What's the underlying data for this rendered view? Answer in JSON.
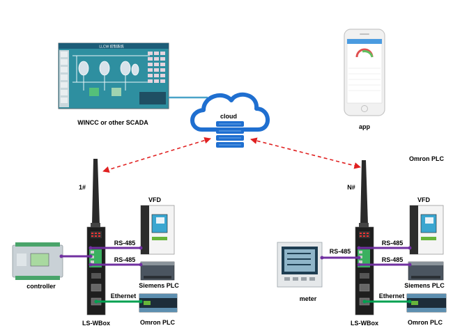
{
  "scada": {
    "label": "WINCC or other SCADA",
    "screen_title": "LLCW 控制系统",
    "menu_items": [
      "",
      "",
      "",
      "",
      "",
      "",
      ""
    ]
  },
  "cloud": {
    "label": "cloud"
  },
  "app": {
    "label": "app"
  },
  "gateways": [
    {
      "id": "1#",
      "device_label": "LS-WBox"
    },
    {
      "id": "N#",
      "device_label": "LS-WBox"
    }
  ],
  "left": {
    "rs485_top": "RS-485",
    "rs485_bottom": "RS-485",
    "ethernet": "Ethernet",
    "field_device": "controller",
    "vfd": "VFD",
    "siemens": "Siemens PLC",
    "omron": "Omron PLC"
  },
  "right": {
    "rs485_meter": "RS-485",
    "rs485_top": "RS-485",
    "rs485_bottom": "RS-485",
    "ethernet": "Ethernet",
    "field_device": "meter",
    "vfd": "VFD",
    "siemens": "Siemens PLC",
    "omron": "Omron PLC",
    "top_label": "Omron PLC"
  },
  "colors": {
    "purple_link": "#7030a0",
    "green_link": "#00a050",
    "dashed_link": "#e02020",
    "cloud_blue": "#1f6fd0",
    "scada_link": "#4aa3c8"
  }
}
